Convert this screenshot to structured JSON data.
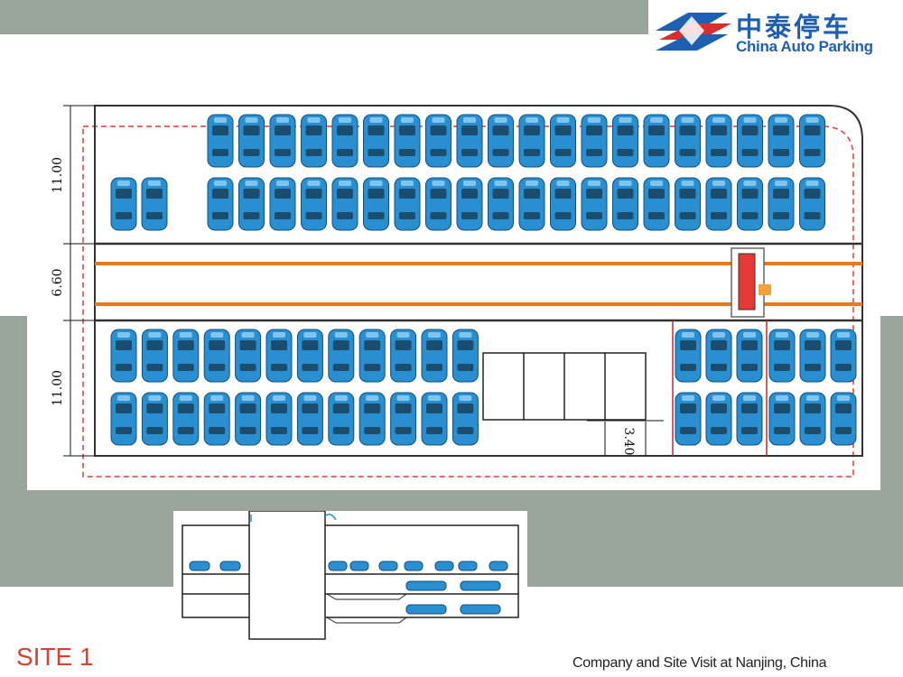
{
  "logo": {
    "name_cn": "中泰停车",
    "name_en": "China Auto Parking",
    "icon": "stylized-car-logo-icon",
    "colors": {
      "blue": "#1f5fb3",
      "red": "#d62f2f"
    }
  },
  "plan": {
    "dimensions": {
      "top_zone": "11.00",
      "aisle": "6.60",
      "bottom_zone": "11.00",
      "lift_width": "3.40"
    },
    "top_rows": {
      "row_1_spaces": 20,
      "row_2_spaces": 22
    },
    "bottom_rows": {
      "left_block_spaces_per_row": 12,
      "right_block_spaces_per_row": 6
    },
    "colors": {
      "car": "#2a8fd0",
      "aisle_track": "#e8791c",
      "boundary": "#e53935",
      "shuttle": "#e53935"
    }
  },
  "section": {
    "levels": 3,
    "car_icon": "car-side-view-icon"
  },
  "labels": {
    "site": "SITE 1",
    "caption": "Company and Site Visit at Nanjing, China"
  }
}
